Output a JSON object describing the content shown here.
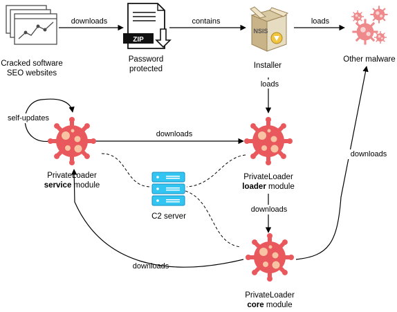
{
  "colors": {
    "virus": "#e8585c",
    "virus_dot": "#f7c3a2",
    "virus_light": "#ee8a8c",
    "server": "#33c5f2",
    "box_brown": "#b59a6a",
    "line": "#000000"
  },
  "nodes": {
    "cracked_sites": {
      "icon": "browser-chart-icon",
      "line1": "Cracked software",
      "line2": "SEO websites"
    },
    "zip": {
      "icon": "zip-file-icon",
      "badge": "ZIP",
      "line1": "Password",
      "line2": "protected"
    },
    "installer": {
      "icon": "nsis-installer-icon",
      "badge": "NSIS",
      "label": "Installer"
    },
    "other_malware": {
      "icon": "malware-cluster-icon",
      "label": "Other malware"
    },
    "service_module": {
      "icon": "virus-icon",
      "line1": "PrivateLoader",
      "bold": "service",
      "rest": " module"
    },
    "loader_module": {
      "icon": "virus-icon",
      "line1": "PrivateLoader",
      "bold": "loader",
      "rest": " module"
    },
    "core_module": {
      "icon": "virus-icon",
      "line1": "PrivateLoader",
      "bold": "core",
      "rest": " module"
    },
    "c2_server": {
      "icon": "server-icon",
      "label": "C2 server"
    }
  },
  "edges": {
    "sites_to_zip": "downloads",
    "zip_to_installer": "contains",
    "installer_to_malware": "loads",
    "installer_to_loader": "loads",
    "service_self": "self-updates",
    "service_to_loader": "downloads",
    "loader_to_core": "downloads",
    "core_to_service": "downloads",
    "core_to_malware": "downloads"
  }
}
